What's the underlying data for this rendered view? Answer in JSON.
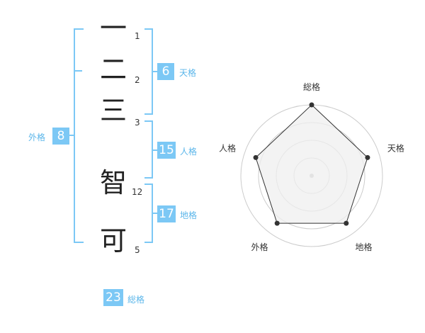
{
  "name": {
    "characters": [
      {
        "char": "一",
        "strokes": "1"
      },
      {
        "char": "二",
        "strokes": "2"
      },
      {
        "char": "三",
        "strokes": "3"
      },
      {
        "char": "智",
        "strokes": "12"
      },
      {
        "char": "可",
        "strokes": "5"
      }
    ]
  },
  "fortunes": {
    "tenkaku": {
      "label": "天格",
      "value": "6"
    },
    "jinkaku": {
      "label": "人格",
      "value": "15"
    },
    "chikaku": {
      "label": "地格",
      "value": "17"
    },
    "gaikaku": {
      "label": "外格",
      "value": "8"
    },
    "soukaku": {
      "label": "総格",
      "value": "23"
    }
  },
  "chart_data": {
    "type": "radar",
    "categories": [
      "総格",
      "天格",
      "地格",
      "外格",
      "人格"
    ],
    "values": [
      1.0,
      0.83,
      0.83,
      0.83,
      0.83
    ],
    "rings": 4,
    "colors": {
      "fill": "#efefef",
      "stroke": "#333333",
      "ring": "#cccccc",
      "center": "#bbbbbb"
    }
  },
  "colors": {
    "accent": "#7cc8f5",
    "bracket": "#7cc8f5"
  }
}
